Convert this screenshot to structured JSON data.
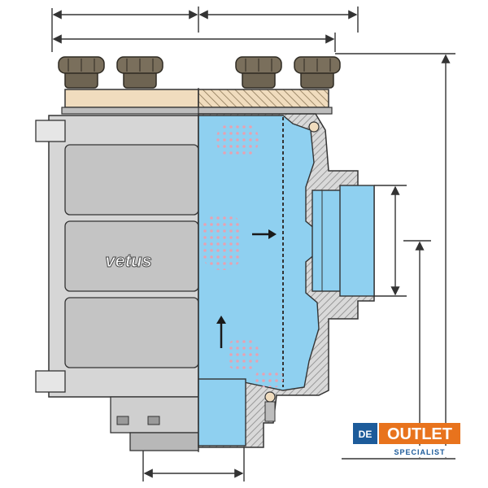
{
  "diagram": {
    "brand_mark": "vetus"
  },
  "badge": {
    "prefix": "DE",
    "word": "OUTLET",
    "sub": "SPECIALIST",
    "colors": {
      "orange": "#e8731d",
      "blue": "#1d5b9a",
      "white": "#ffffff"
    }
  },
  "colors": {
    "water": "#8fd0f0",
    "housing": "#d6d6d6",
    "panel": "#c9c9c9",
    "lid": "#f0dcbe",
    "knob": "#6e6452",
    "hatch": "#9a9a9a",
    "line": "#333333"
  }
}
